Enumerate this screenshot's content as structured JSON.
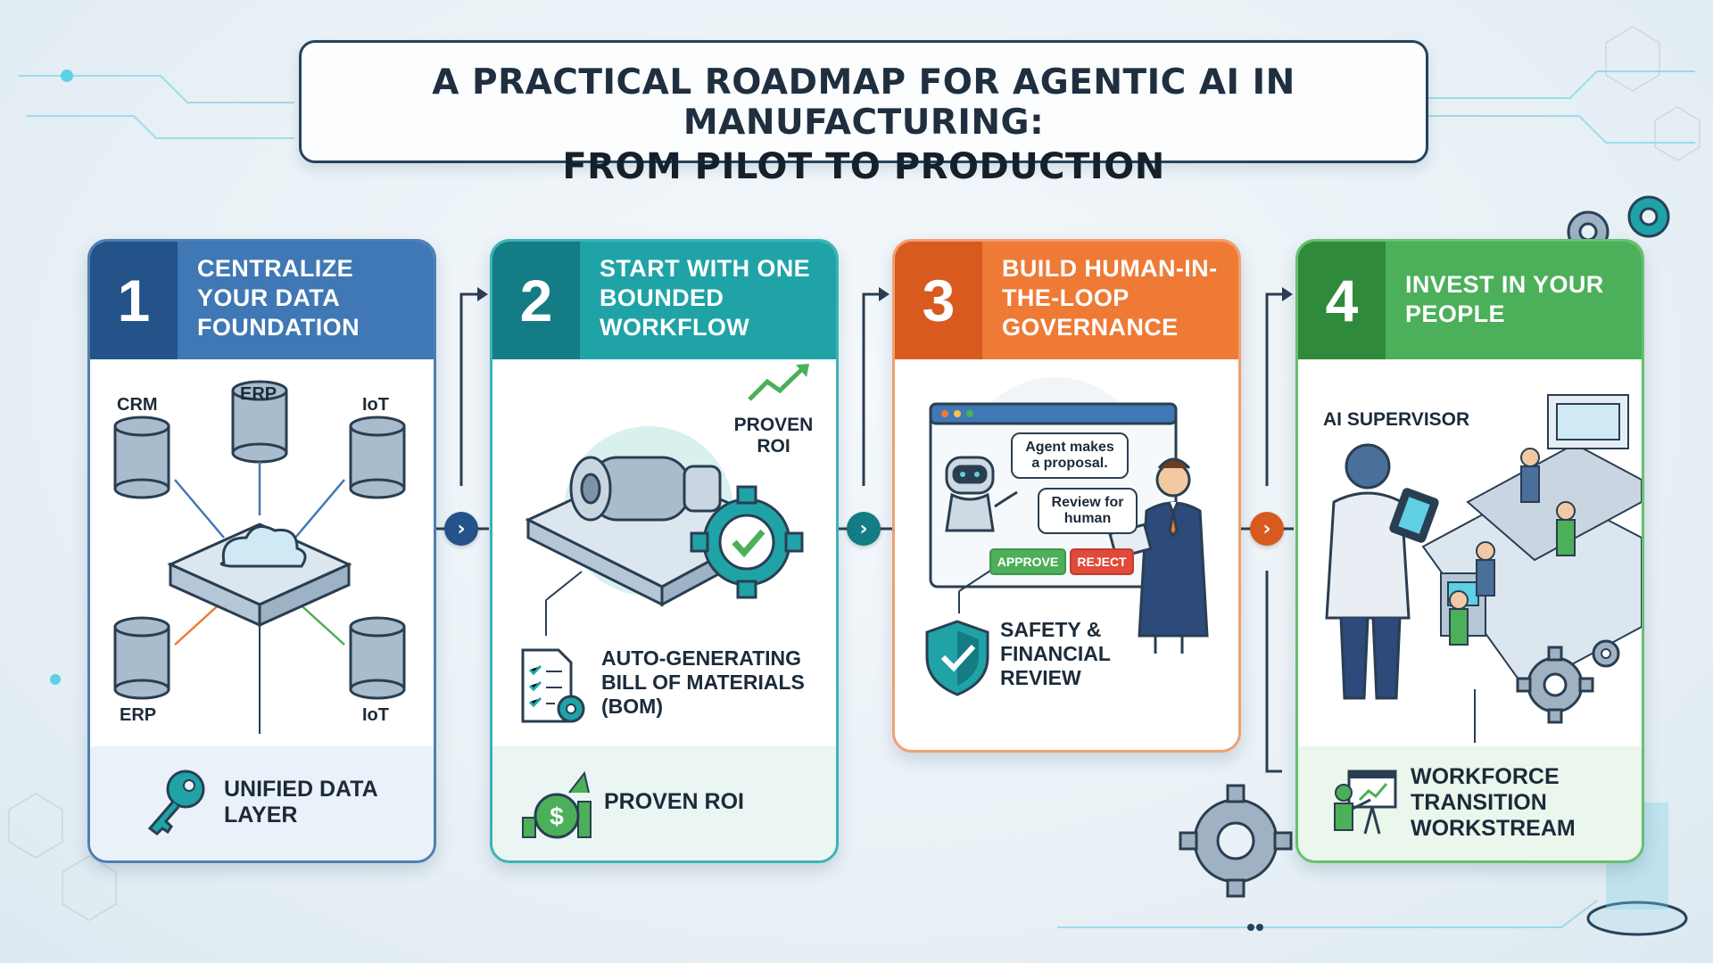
{
  "title": {
    "line1": "A PRACTICAL ROADMAP FOR AGENTIC AI IN MANUFACTURING:",
    "line2": "FROM PILOT TO PRODUCTION"
  },
  "colors": {
    "step1": "#3f78b4",
    "step1_dark": "#24538a",
    "step2": "#1fa3a7",
    "step2_dark": "#137c84",
    "step3": "#ee7a35",
    "step3_dark": "#d85a1f",
    "step4": "#4caf59",
    "step4_dark": "#2f8a3c"
  },
  "steps": [
    {
      "number": "1",
      "title": "Centralize your data foundation",
      "labels": {
        "crm": "CRM",
        "erp_top": "ERP",
        "iot_top": "IoT",
        "erp_bottom": "ERP",
        "iot_bottom": "IoT"
      },
      "footer": "Unified data layer",
      "icons": [
        "database-icon",
        "cloud-icon",
        "key-icon"
      ]
    },
    {
      "number": "2",
      "title": "Start with one bounded workflow",
      "labels": {
        "proven_roi": "PROVEN ROI",
        "bom": "AUTO-GENERATING BILL OF MATERIALS (BOM)"
      },
      "footer": "Proven ROI",
      "icons": [
        "motor-part-icon",
        "gear-check-icon",
        "trend-up-icon",
        "checklist-icon",
        "money-growth-icon"
      ]
    },
    {
      "number": "3",
      "title": "Build human-in-the-loop governance",
      "labels": {
        "agent_bubble": "Agent makes a proposal.",
        "review_bubble": "Review for human",
        "approve": "APPROVE",
        "reject": "REJECT",
        "review": "SAFETY & FINANCIAL REVIEW"
      },
      "icons": [
        "robot-icon",
        "person-icon",
        "shield-check-icon"
      ]
    },
    {
      "number": "4",
      "title": "Invest in your people",
      "labels": {
        "supervisor": "AI SUPERVISOR"
      },
      "footer": "Workforce transition workstream",
      "icons": [
        "factory-floor-icon",
        "gear-icon",
        "presentation-icon"
      ]
    }
  ]
}
